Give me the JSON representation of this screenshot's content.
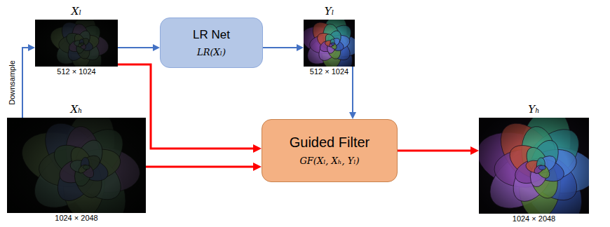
{
  "diagram": {
    "nodes": [
      {
        "text": [
          "Xₗ",
          "512 × 1024"
        ]
      },
      {
        "text": [
          "LR Net",
          "LR(Xₗ)"
        ]
      },
      {
        "text": [
          "Yₗ",
          "512 × 1024"
        ]
      },
      {
        "text": [
          "Xₕ",
          "1024 × 2048"
        ]
      },
      {
        "text": [
          "Guided Filter",
          "GF(Xₗ, Xₕ, Yₗ)"
        ]
      },
      {
        "text": [
          "Yₕ",
          "1024 × 2048"
        ]
      }
    ],
    "edges": [
      {
        "from": 3,
        "to": 0,
        "arrow": "to",
        "label": "Downsample"
      },
      {
        "from": 0,
        "to": 1,
        "arrow": "to"
      },
      {
        "from": 1,
        "to": 2,
        "arrow": "to"
      },
      {
        "from": 2,
        "to": 4,
        "arrow": "to"
      },
      {
        "from": 0,
        "to": 4,
        "arrow": "to"
      },
      {
        "from": 3,
        "to": 4,
        "arrow": "to"
      },
      {
        "from": 4,
        "to": 5,
        "arrow": "to"
      }
    ]
  }
}
